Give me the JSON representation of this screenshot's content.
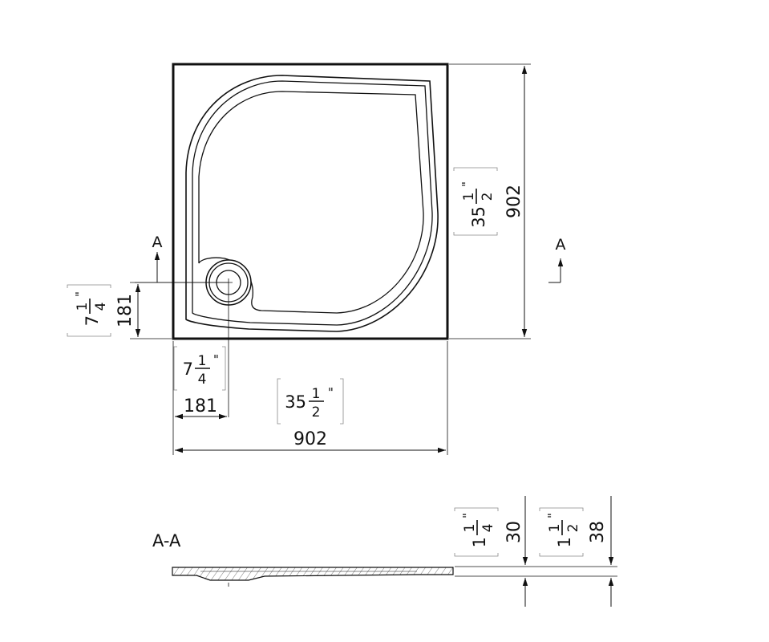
{
  "plan": {
    "width_mm": "902",
    "width_in_whole": "35",
    "width_in_num": "1",
    "width_in_den": "2",
    "width_in_mark": "\"",
    "height_mm": "902",
    "height_in_whole": "35",
    "height_in_num": "1",
    "height_in_den": "2",
    "height_in_mark": "\"",
    "drain_x_mm": "181",
    "drain_x_in_whole": "7",
    "drain_x_in_num": "1",
    "drain_x_in_den": "4",
    "drain_x_in_mark": "\"",
    "drain_y_mm": "181",
    "drain_y_in_whole": "7",
    "drain_y_in_num": "1",
    "drain_y_in_den": "4",
    "drain_y_in_mark": "\"",
    "section_marker_left": "A",
    "section_marker_right": "A"
  },
  "section": {
    "title": "A-A",
    "depth1_mm": "30",
    "depth1_in_whole": "1",
    "depth1_in_num": "1",
    "depth1_in_den": "4",
    "depth1_in_mark": "\"",
    "depth2_mm": "38",
    "depth2_in_whole": "1",
    "depth2_in_num": "1",
    "depth2_in_den": "2",
    "depth2_in_mark": "\""
  }
}
